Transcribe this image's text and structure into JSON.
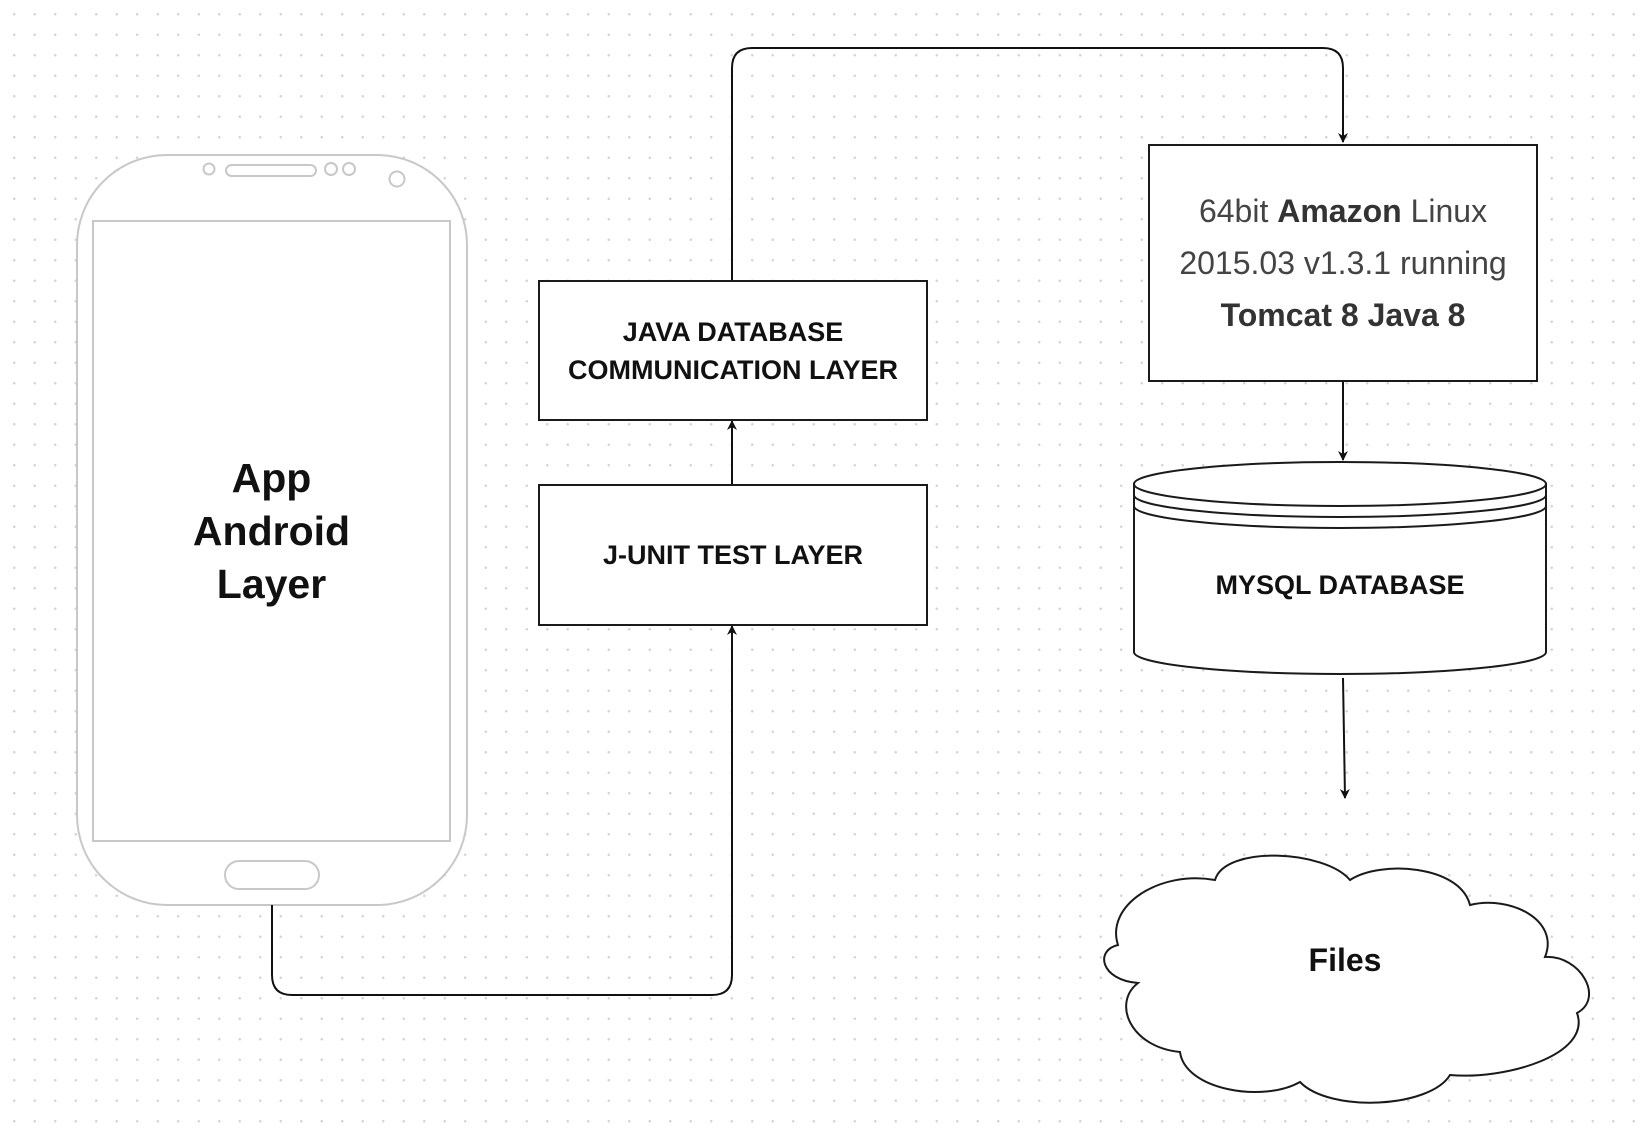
{
  "diagram": {
    "phone": {
      "label_lines": [
        "App",
        "Android",
        "Layer"
      ]
    },
    "java_layer": {
      "label_lines": [
        "JAVA DATABASE",
        "COMMUNICATION LAYER"
      ]
    },
    "junit_layer": {
      "label": "J-UNIT TEST LAYER"
    },
    "server": {
      "line1": {
        "pre": "64bit ",
        "bold": "Amazon",
        "post": " Linux"
      },
      "line2": "2015.03 v1.3.1 running",
      "line3": "Tomcat 8 Java 8"
    },
    "database": {
      "label": "MYSQL DATABASE"
    },
    "files": {
      "label": "Files"
    },
    "edges": [
      {
        "from": "phone",
        "to": "junit_layer"
      },
      {
        "from": "junit_layer",
        "to": "java_layer"
      },
      {
        "from": "java_layer",
        "to": "server"
      },
      {
        "from": "server",
        "to": "database"
      },
      {
        "from": "database",
        "to": "files"
      }
    ]
  }
}
